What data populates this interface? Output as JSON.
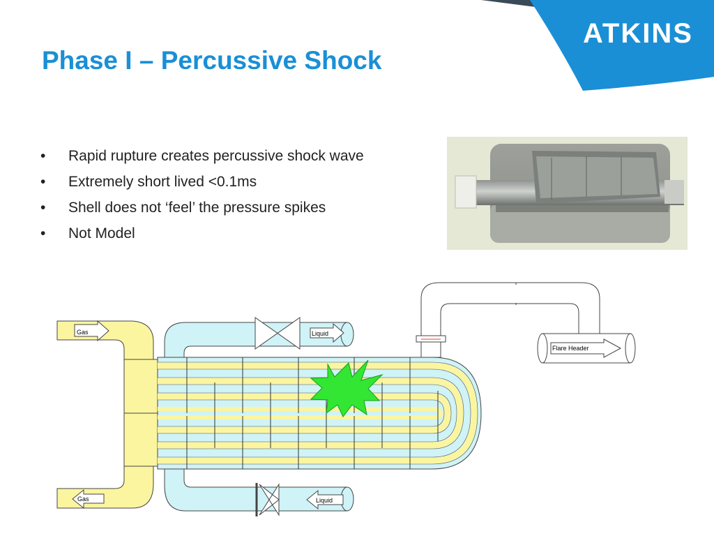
{
  "brand": {
    "logo_text": "ATKINS",
    "colors": {
      "band_dark": "#3a4a57",
      "band_blue": "#1a8fd6"
    }
  },
  "slide": {
    "title": "Phase I – Percussive Shock",
    "bullets": [
      "Rapid rupture creates percussive shock wave",
      "Extremely short lived <0.1ms",
      "Shell does not ‘feel’ the pressure spikes",
      "Not Model"
    ],
    "bullet_symbol": "•"
  },
  "photo": {
    "icon": "ruptured-tube-photo"
  },
  "diagram": {
    "labels": {
      "gas_in": "Gas",
      "gas_out": "Gas",
      "liquid_out": "Liquid",
      "liquid_in": "Liquid",
      "flare": "Flare Header"
    },
    "colors": {
      "tube_side": "#fbf5a0",
      "shell_side": "#cff3f7",
      "outline": "#444444",
      "shock": "#33e633"
    }
  }
}
